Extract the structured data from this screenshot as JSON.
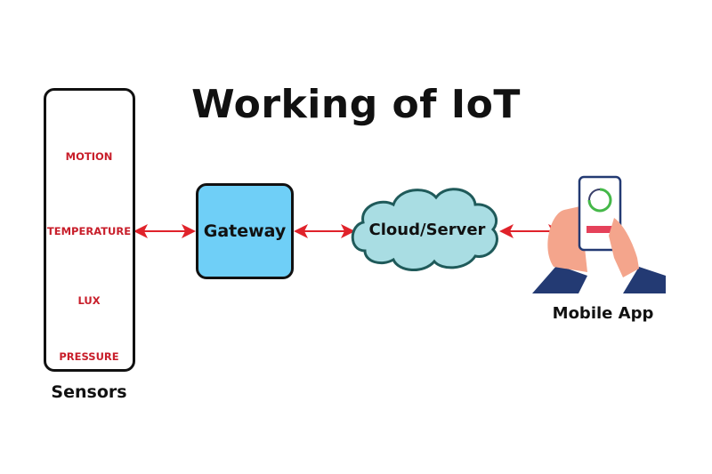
{
  "title": "Working of IoT",
  "sensors": {
    "caption": "Sensors",
    "items": [
      {
        "label": "MOTION",
        "icon": "running-person-icon"
      },
      {
        "label": "TEMPERATURE",
        "icon": "thermometer-icon"
      },
      {
        "label": "LUX",
        "icon": "half-sun-icon"
      },
      {
        "label": "PRESSURE",
        "icon": "light-bulb-icon"
      }
    ]
  },
  "gateway": {
    "label": "Gateway"
  },
  "cloud": {
    "label": "Cloud/Server"
  },
  "mobile": {
    "caption": "Mobile App"
  },
  "colors": {
    "label_red": "#c81e2a",
    "arrow_red": "#e0222a",
    "gateway_fill": "#6fcff7",
    "cloud_fill": "#a9dde3",
    "cloud_stroke": "#1f5a5a",
    "sleeve_navy": "#233a73",
    "skin": "#f4a58c"
  }
}
